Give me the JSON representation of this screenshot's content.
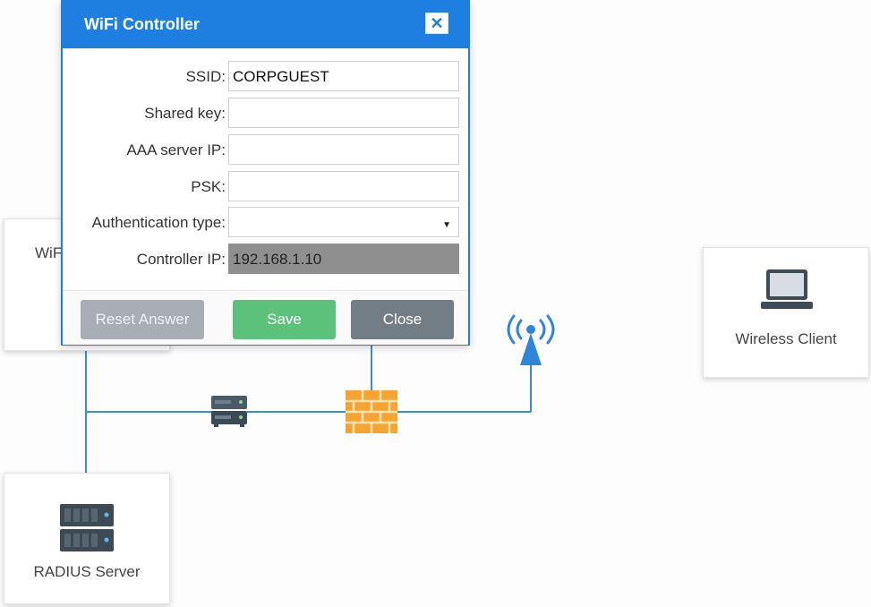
{
  "dialog": {
    "title": "WiFi Controller",
    "close_icon": "close-icon",
    "fields": {
      "ssid": {
        "label": "SSID:",
        "value": "CORPGUEST"
      },
      "shared_key": {
        "label": "Shared key:",
        "value": ""
      },
      "aaa_server_ip": {
        "label": "AAA server IP:",
        "value": ""
      },
      "psk": {
        "label": "PSK:",
        "value": ""
      },
      "auth_type": {
        "label": "Authentication type:",
        "value": ""
      },
      "controller_ip": {
        "label": "Controller IP:",
        "value": "192.168.1.10"
      }
    },
    "buttons": {
      "reset": "Reset Answer",
      "save": "Save",
      "close": "Close"
    }
  },
  "topology": {
    "wifi_node_label": "WiF",
    "wireless_client_label": "Wireless Client",
    "radius_server_label": "RADIUS Server"
  },
  "colors": {
    "dialog_accent": "#1f7fe0",
    "link_color": "#3a8fc9",
    "firewall": "#f5a431",
    "antenna": "#2f86d6",
    "save_button": "#5cc17a",
    "close_button": "#737d85",
    "reset_button": "#a8aeb3"
  }
}
